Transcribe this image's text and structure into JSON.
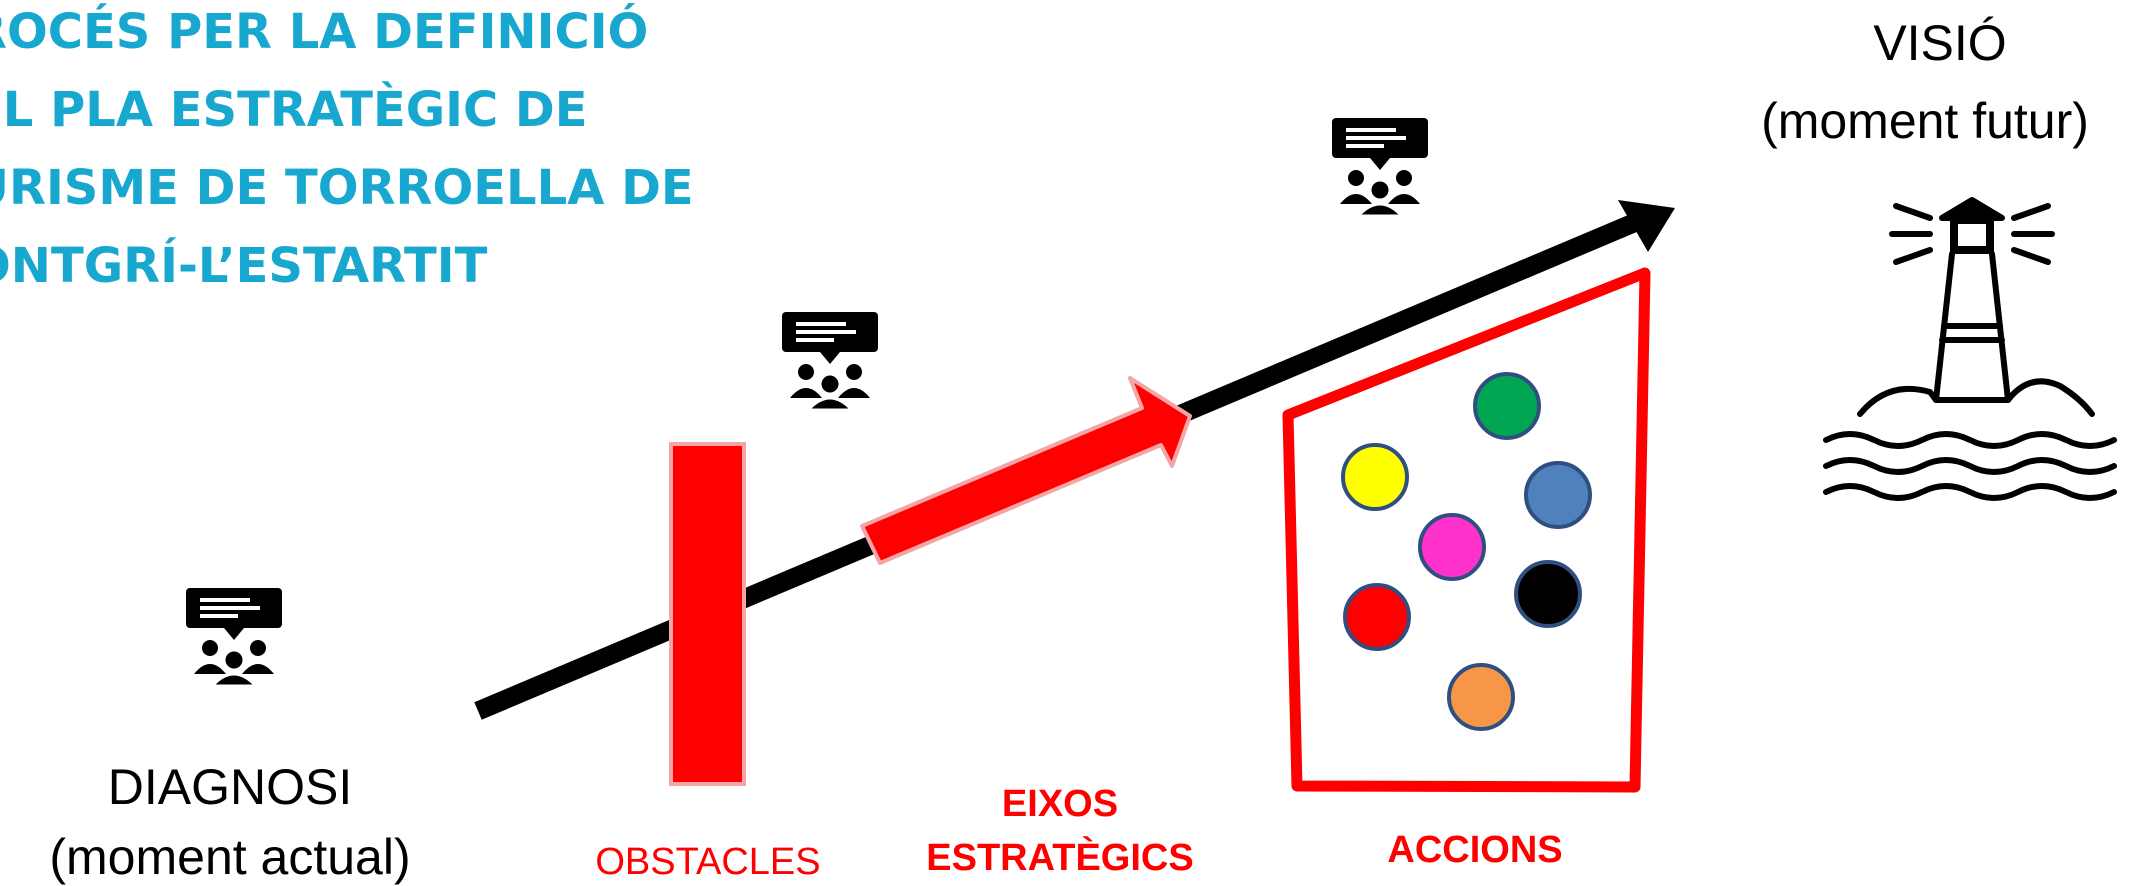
{
  "title": {
    "lines": [
      "ROCÉS PER LA DEFINICIÓ",
      "EL PLA ESTRATÈGIC DE",
      "URISME DE TORROELLA DE",
      "ONTGRÍ-L’ESTARTIT"
    ],
    "color": "#18A7CF"
  },
  "vision": {
    "label": "VISIÓ",
    "sublabel": "(moment futur)"
  },
  "diagnosis": {
    "label": "DIAGNOSI",
    "sublabel": "(moment actual)"
  },
  "obstacles": {
    "label": "OBSTACLES"
  },
  "axes": {
    "line1": "EIXOS",
    "line2": "ESTRATÈGICS"
  },
  "actions": {
    "label": "ACCIONS"
  },
  "colors": {
    "accent_red": "#FF0000",
    "arrow": "#000000",
    "action_dots": [
      "#00A651",
      "#FFFF00",
      "#4F81BD",
      "#FF33CC",
      "#000000",
      "#FF0000",
      "#F79646"
    ]
  },
  "icons": [
    "meeting-icon",
    "meeting-icon",
    "meeting-icon",
    "lighthouse-icon"
  ]
}
